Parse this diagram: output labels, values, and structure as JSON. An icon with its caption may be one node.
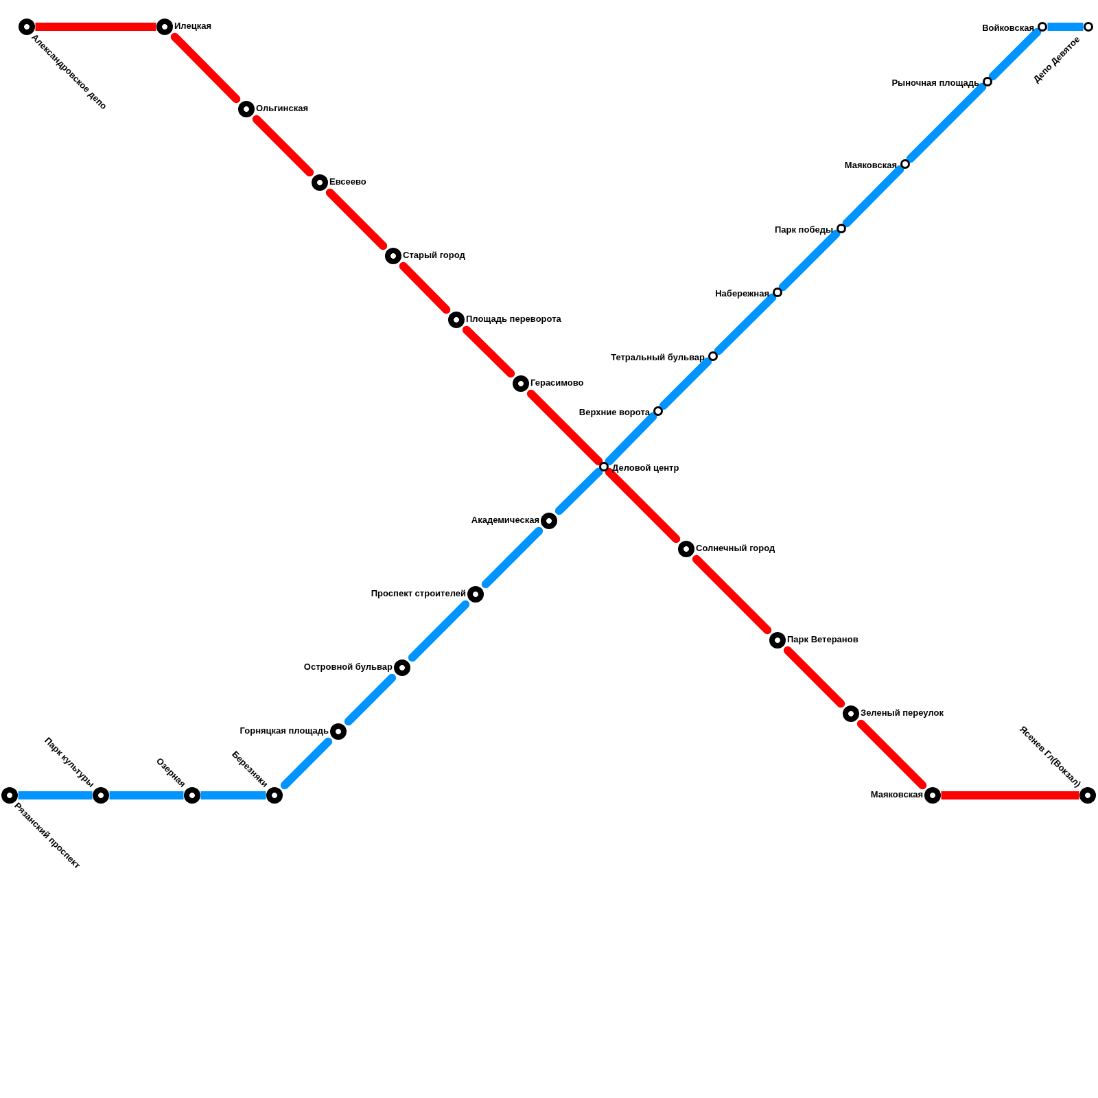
{
  "diagram": {
    "nodes": [
      {
        "text": [
          "Александровское депо"
        ]
      },
      {
        "text": [
          "Илецкая"
        ]
      },
      {
        "text": [
          "Ольгинская"
        ]
      },
      {
        "text": [
          "Евсеево"
        ]
      },
      {
        "text": [
          "Старый город"
        ]
      },
      {
        "text": [
          "Площадь переворота"
        ]
      },
      {
        "text": [
          "Герасимово"
        ]
      },
      {
        "text": [
          "Деловой центр"
        ]
      },
      {
        "text": [
          "Солнечный город"
        ]
      },
      {
        "text": [
          "Парк Ветеранов"
        ]
      },
      {
        "text": [
          "Зеленый переулок"
        ]
      },
      {
        "text": [
          "Маяковская"
        ]
      },
      {
        "text": [
          "Ясенев Гл(Вокзал)"
        ]
      },
      {
        "text": [
          "Рязанский проспект"
        ]
      },
      {
        "text": [
          "Парк культуры"
        ]
      },
      {
        "text": [
          "Озерная"
        ]
      },
      {
        "text": [
          "Березняки"
        ]
      },
      {
        "text": [
          "Горняцкая площадь"
        ]
      },
      {
        "text": [
          "Островной бульвар"
        ]
      },
      {
        "text": [
          "Проспект строителей"
        ]
      },
      {
        "text": [
          "Академическая"
        ]
      },
      {
        "text": [
          "Верхние ворота"
        ]
      },
      {
        "text": [
          "Тетральный бульвар"
        ]
      },
      {
        "text": [
          "Набережная"
        ]
      },
      {
        "text": [
          "Парк победы"
        ]
      },
      {
        "text": [
          "Маяковская"
        ]
      },
      {
        "text": [
          "Рыночная площадь"
        ]
      },
      {
        "text": [
          "Войковская"
        ]
      },
      {
        "text": [
          "Депо Девятое"
        ]
      }
    ],
    "edges": [
      {
        "from": 0,
        "to": 1,
        "arrow": "none",
        "color": "#ff0000"
      },
      {
        "from": 1,
        "to": 2,
        "arrow": "none",
        "color": "#ff0000"
      },
      {
        "from": 2,
        "to": 3,
        "arrow": "none",
        "color": "#ff0000"
      },
      {
        "from": 3,
        "to": 4,
        "arrow": "none",
        "color": "#ff0000"
      },
      {
        "from": 4,
        "to": 5,
        "arrow": "none",
        "color": "#ff0000"
      },
      {
        "from": 5,
        "to": 6,
        "arrow": "none",
        "color": "#ff0000"
      },
      {
        "from": 6,
        "to": 7,
        "arrow": "none",
        "color": "#ff0000"
      },
      {
        "from": 7,
        "to": 8,
        "arrow": "none",
        "color": "#ff0000"
      },
      {
        "from": 8,
        "to": 9,
        "arrow": "none",
        "color": "#ff0000"
      },
      {
        "from": 9,
        "to": 10,
        "arrow": "none",
        "color": "#ff0000"
      },
      {
        "from": 10,
        "to": 11,
        "arrow": "none",
        "color": "#ff0000"
      },
      {
        "from": 11,
        "to": 12,
        "arrow": "none",
        "color": "#ff0000"
      },
      {
        "from": 13,
        "to": 14,
        "arrow": "none"
      },
      {
        "from": 14,
        "to": 15,
        "arrow": "none"
      },
      {
        "from": 15,
        "to": 16,
        "arrow": "none"
      },
      {
        "from": 16,
        "to": 17,
        "arrow": "none"
      },
      {
        "from": 17,
        "to": 18,
        "arrow": "none"
      },
      {
        "from": 18,
        "to": 19,
        "arrow": "none"
      },
      {
        "from": 19,
        "to": 20,
        "arrow": "none"
      },
      {
        "from": 20,
        "to": 7,
        "arrow": "none"
      },
      {
        "from": 7,
        "to": 21,
        "arrow": "none"
      },
      {
        "from": 21,
        "to": 22,
        "arrow": "none"
      },
      {
        "from": 22,
        "to": 23,
        "arrow": "none"
      },
      {
        "from": 23,
        "to": 24,
        "arrow": "none"
      },
      {
        "from": 24,
        "to": 25,
        "arrow": "none"
      },
      {
        "from": 25,
        "to": 26,
        "arrow": "none"
      },
      {
        "from": 26,
        "to": 27,
        "arrow": "none"
      },
      {
        "from": 27,
        "to": 28,
        "arrow": "none"
      }
    ]
  }
}
